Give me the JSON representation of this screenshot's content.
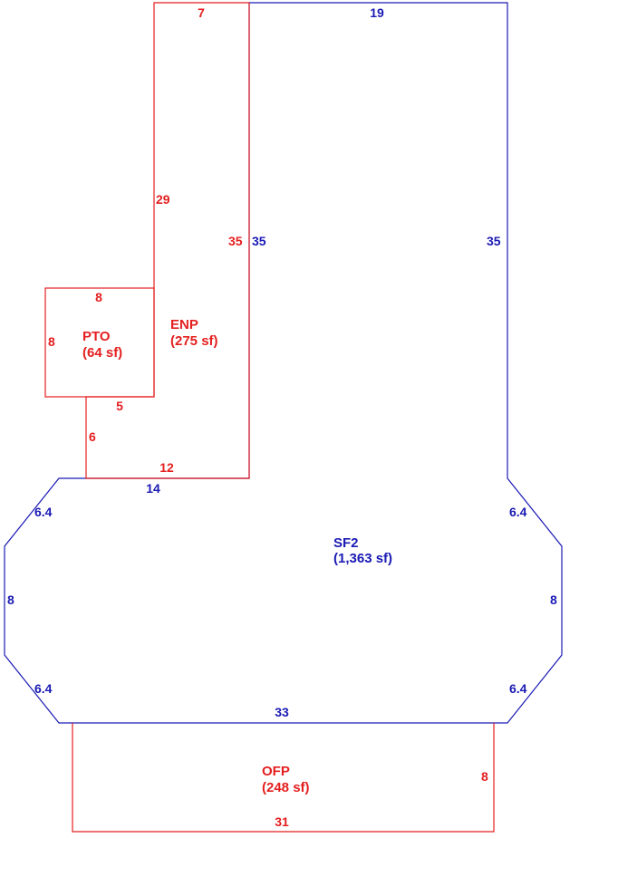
{
  "colors": {
    "addition": "#e41e1e",
    "main_structure": "#1a1ab4"
  },
  "areas": {
    "enp": {
      "code": "ENP",
      "size": "(275 sf)"
    },
    "pto": {
      "code": "PTO",
      "size": "(64 sf)"
    },
    "sf2": {
      "code": "SF2",
      "size": "(1,363 sf)"
    },
    "ofp": {
      "code": "OFP",
      "size": "(248 sf)"
    }
  },
  "dimensions": {
    "enp_top": "7",
    "enp_left_upper": "29",
    "enp_right": "35",
    "enp_bottom": "12",
    "enp_notch_bottom": "5",
    "enp_notch_side": "6",
    "pto_top": "8",
    "pto_left": "8",
    "sf2_top": "19",
    "sf2_left_upper": "35",
    "sf2_right_upper": "35",
    "sf2_mid_top": "14",
    "sf2_chamfer_upper_left": "6.4",
    "sf2_chamfer_upper_right": "6.4",
    "sf2_left": "8",
    "sf2_right": "8",
    "sf2_chamfer_lower_left": "6.4",
    "sf2_chamfer_lower_right": "6.4",
    "sf2_bottom": "33",
    "ofp_right": "8",
    "ofp_bottom": "31"
  }
}
